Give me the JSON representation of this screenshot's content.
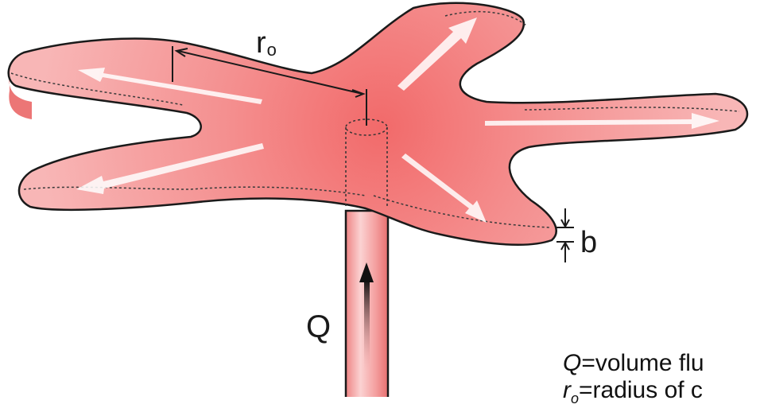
{
  "labels": {
    "radius": "r",
    "radius_sub": "o",
    "thickness": "b",
    "flux": "Q"
  },
  "legend": [
    {
      "symbol": "Q",
      "symbol_sub": "",
      "text": "=volume flu"
    },
    {
      "symbol": "r",
      "symbol_sub": "o",
      "text": "=radius of c"
    }
  ],
  "colors": {
    "fluid_light": "#fbd0d0",
    "fluid": "#f58d8d",
    "fluid_dark": "#e85a5a",
    "outline": "#1a1a1a",
    "arrow": "#ffffff"
  }
}
